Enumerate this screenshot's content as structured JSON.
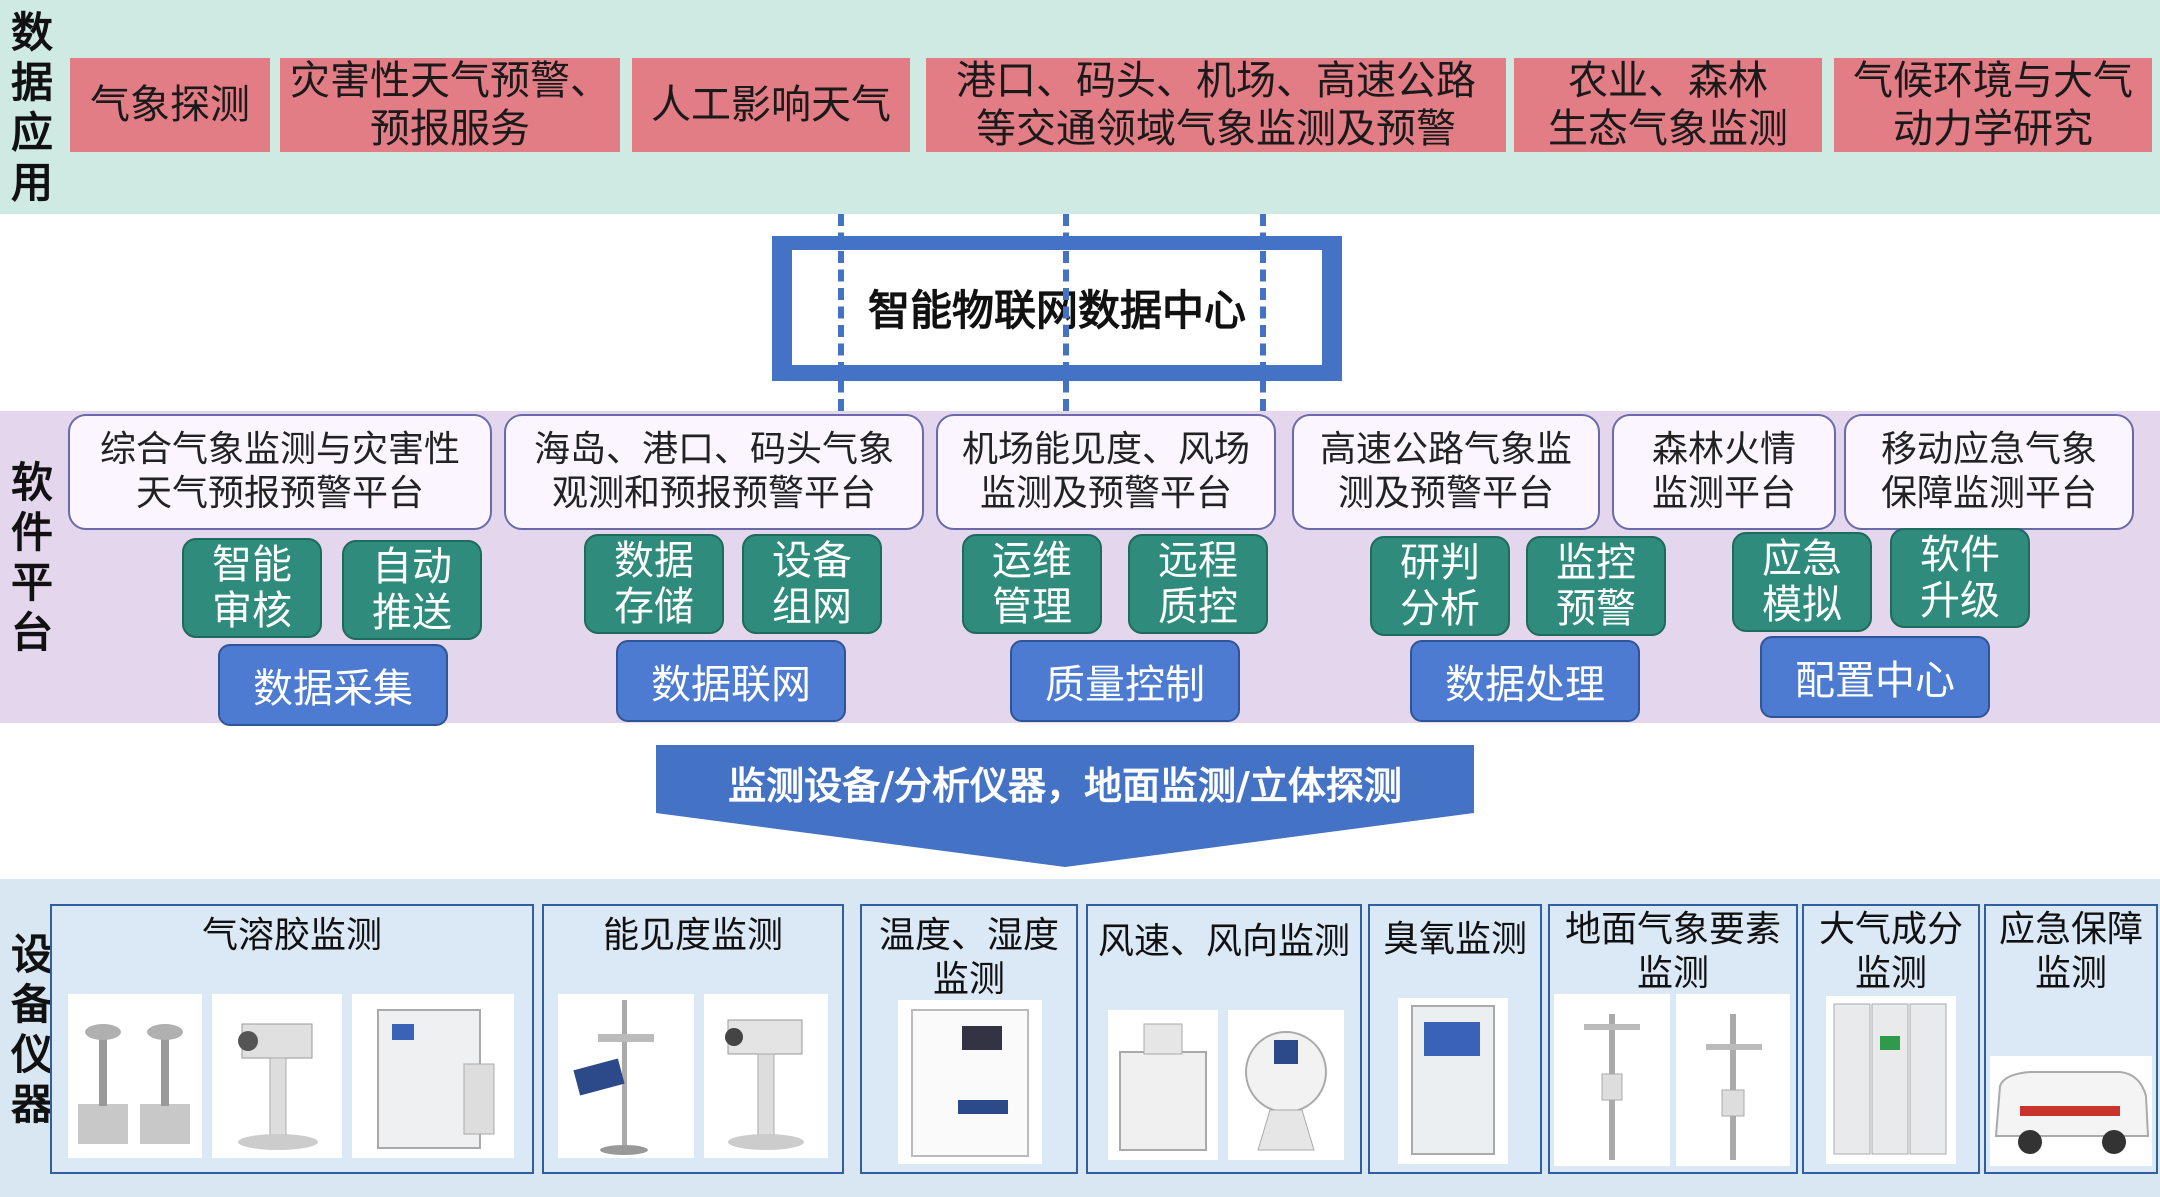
{
  "sections": {
    "app": "数\n据\n应\n用",
    "software": "软\n件\n平\n台",
    "devices": "设\n备\n仪\n器"
  },
  "applications": [
    "气象探测",
    "灾害性天气预警、\n预报服务",
    "人工影响天气",
    "港口、码头、机场、高速公路\n等交通领域气象监测及预警",
    "农业、森林\n生态气象监测",
    "气候环境与大气\n动力学研究"
  ],
  "data_center": "智能物联网数据中心",
  "platforms": [
    "综合气象监测与灾害性\n天气预报预警平台",
    "海岛、港口、码头气象\n观测和预报预警平台",
    "机场能见度、风场\n监测及预警平台",
    "高速公路气象监\n测及预警平台",
    "森林火情\n监测平台",
    "移动应急气象\n保障监测平台"
  ],
  "functions": [
    "智能\n审核",
    "自动\n推送",
    "数据\n存储",
    "设备\n组网",
    "运维\n管理",
    "远程\n质控",
    "研判\n分析",
    "监控\n预警",
    "应急\n模拟",
    "软件\n升级"
  ],
  "categories": [
    "数据采集",
    "数据联网",
    "质量控制",
    "数据处理",
    "配置中心"
  ],
  "arrow_label": "监测设备/分析仪器，地面监测/立体探测",
  "device_panels": [
    "气溶胶监测",
    "能见度监测",
    "温度、湿度\n监测",
    "风速、风向监测",
    "臭氧监测",
    "地面气象要素\n监测",
    "大气成分\n监测",
    "应急保障\n监测"
  ],
  "colors": {
    "app_band": "#cfe9e3",
    "app_box": "#e27c85",
    "software_band": "#e4d6ec",
    "function_box": "#2f8b7c",
    "category_box": "#4c7bd1",
    "accent_blue": "#4472c4",
    "device_band": "#d9e7f3"
  }
}
